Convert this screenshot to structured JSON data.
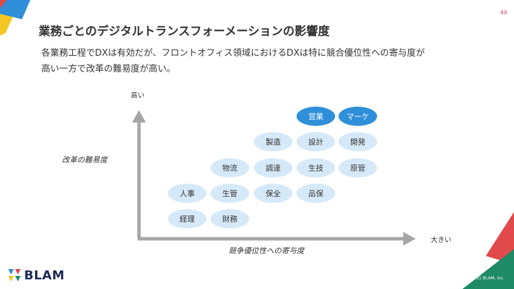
{
  "page_number": "49",
  "title": "業務ごとのデジタルトランスフォーメーションの影響度",
  "subtitle_lines": [
    "各業務工程でDXは有効だが、フロントオフィス領域におけるDXは特に競合優位性への寄与度が",
    "高い一方で改革の難易度が高い。"
  ],
  "axes": {
    "y_top_label": "高い",
    "y_title": "改革の難易度",
    "x_right_label": "大きい",
    "x_title": "競争優位性への寄与度"
  },
  "bubbles": [
    {
      "label": "営業",
      "highlight": true
    },
    {
      "label": "マーケ",
      "highlight": true
    },
    {
      "label": "製造",
      "highlight": false
    },
    {
      "label": "設計",
      "highlight": false
    },
    {
      "label": "開発",
      "highlight": false
    },
    {
      "label": "物流",
      "highlight": false
    },
    {
      "label": "調達",
      "highlight": false
    },
    {
      "label": "生技",
      "highlight": false
    },
    {
      "label": "原管",
      "highlight": false
    },
    {
      "label": "人事",
      "highlight": false
    },
    {
      "label": "生管",
      "highlight": false
    },
    {
      "label": "保全",
      "highlight": false
    },
    {
      "label": "品保",
      "highlight": false
    },
    {
      "label": "経理",
      "highlight": false
    },
    {
      "label": "財務",
      "highlight": false
    }
  ],
  "brand": {
    "name": "BLAM"
  },
  "copyright": "© 2021 BLAM, inc.",
  "colors": {
    "highlight": "#2f8fd9",
    "bubble": "#d6e9f8",
    "accent_red": "#e04a4a",
    "accent_green": "#1f8a66",
    "accent_yellow": "#f3c623",
    "accent_blue": "#2f8fd9"
  }
}
